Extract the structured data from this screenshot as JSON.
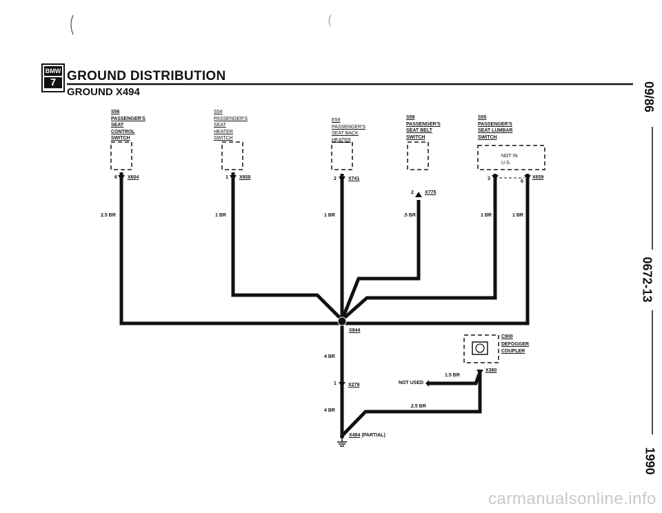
{
  "header": {
    "logo_brand": "BMW",
    "logo_number": "7",
    "title": "GROUND DISTRIBUTION",
    "subtitle": "GROUND X494"
  },
  "side_labels": {
    "date": "09/86",
    "code": "0672-13",
    "year": "1990"
  },
  "components": [
    {
      "ref": "S56",
      "lines": [
        "PASSENGER'S",
        "SEAT",
        "CONTROL",
        "SWITCH"
      ],
      "pin": "6",
      "connector": "X604",
      "wire": "2.5 BR"
    },
    {
      "ref": "S54",
      "lines": [
        "PASSENGER'S",
        "SEAT",
        "HEATER",
        "SWITCH"
      ],
      "pin": "1",
      "connector": "X658",
      "wire": "1 BR"
    },
    {
      "ref": "E59",
      "lines": [
        "PASSENGER'S",
        "SEAT BACK",
        "HEATER"
      ],
      "pin": "2",
      "connector": "X741",
      "wire": "1 BR"
    },
    {
      "ref": "S59",
      "lines": [
        "PASSENGER'S",
        "SEAT BELT",
        "SWITCH"
      ],
      "pin": "2",
      "connector": "X775",
      "wire": ".5 BR"
    },
    {
      "ref": "S55",
      "lines": [
        "PASSENGER'S",
        "SEAT LUMBAR",
        "SWITCH"
      ],
      "note_lines": [
        "NOT IN",
        "U.S."
      ],
      "pins": [
        "3",
        "6"
      ],
      "connector": "X659",
      "wires": [
        "1 BR",
        "1 BR"
      ]
    }
  ],
  "splice": {
    "connector": "X844",
    "wire": "4 BR"
  },
  "x279": {
    "pin": "1",
    "connector": "X279",
    "wire": "4 BR"
  },
  "defogger": {
    "ref": "C900",
    "lines": [
      "DEFOGGER",
      "COUPLER"
    ],
    "connector": "X380",
    "wire_a": "1.5 BR",
    "wire_b": "2.5 BR",
    "not_used": "NOT USED"
  },
  "ground": {
    "connector": "X494",
    "suffix": "(PARTIAL)"
  },
  "watermark": "carmanualsonline.info"
}
